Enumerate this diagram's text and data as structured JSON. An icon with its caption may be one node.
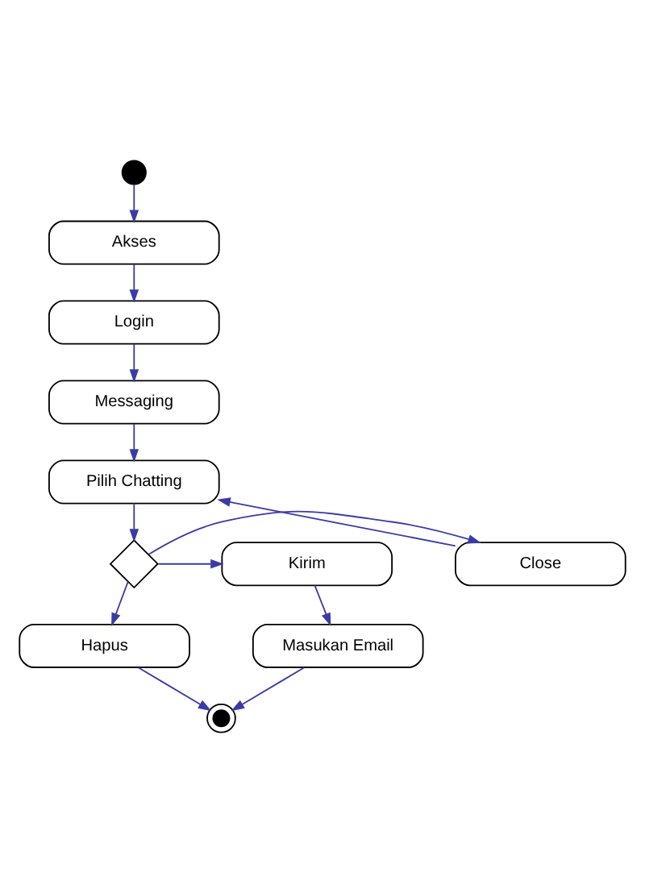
{
  "diagram": {
    "nodes": [
      {
        "text": [],
        "shape": "circle"
      },
      {
        "text": [
          "Akses"
        ]
      },
      {
        "text": [
          "Login"
        ]
      },
      {
        "text": [
          "Messaging"
        ]
      },
      {
        "text": [
          "Pilih Chatting"
        ]
      },
      {
        "text": [],
        "shape": "diamond"
      },
      {
        "text": [
          "Close"
        ]
      },
      {
        "text": [
          "Kirim"
        ]
      },
      {
        "text": [
          "Hapus"
        ]
      },
      {
        "text": [
          "Masukan Email"
        ]
      },
      {
        "text": [],
        "shape": "bullseye"
      }
    ],
    "edges": [
      {
        "from": 0,
        "to": 1,
        "arrow": "to"
      },
      {
        "from": 1,
        "to": 2,
        "arrow": "to"
      },
      {
        "from": 2,
        "to": 3,
        "arrow": "to"
      },
      {
        "from": 3,
        "to": 4,
        "arrow": "to"
      },
      {
        "from": 4,
        "to": 5,
        "arrow": "to"
      },
      {
        "from": 5,
        "to": 6,
        "arrow": "to"
      },
      {
        "from": 6,
        "to": 4,
        "arrow": "to"
      },
      {
        "from": 5,
        "to": 7,
        "arrow": "to"
      },
      {
        "from": 5,
        "to": 8,
        "arrow": "to"
      },
      {
        "from": 7,
        "to": 9,
        "arrow": "to"
      },
      {
        "from": 8,
        "to": 10,
        "arrow": "to"
      },
      {
        "from": 9,
        "to": 10,
        "arrow": "to"
      }
    ]
  }
}
